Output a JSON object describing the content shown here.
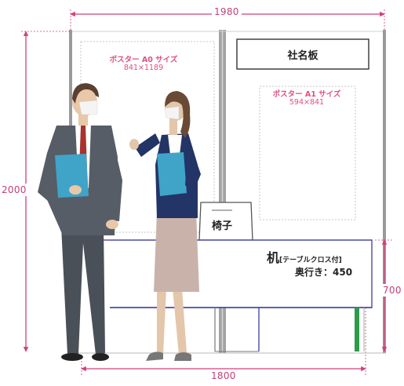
{
  "dimensions": {
    "booth_width": "1980",
    "booth_height": "2000",
    "desk_width": "1800",
    "desk_height": "700"
  },
  "name_board": {
    "label": "社名板"
  },
  "poster_a0": {
    "title": "ポスター A0 サイズ",
    "size": "841×1189"
  },
  "poster_a1": {
    "title": "ポスター A1 サイズ",
    "size": "594×841"
  },
  "chair": {
    "label": "椅子"
  },
  "desk": {
    "label_main": "机",
    "label_note": "[テーブルクロス付]",
    "depth_label": "奥行き：450"
  },
  "colors": {
    "dimension_line": "#d0407a",
    "panel_frame": "#8a8a8a",
    "desk_outline": "#4a4aa8",
    "desk_leg_accent": "#2e9a4a",
    "poster_text": "#e0507f"
  }
}
